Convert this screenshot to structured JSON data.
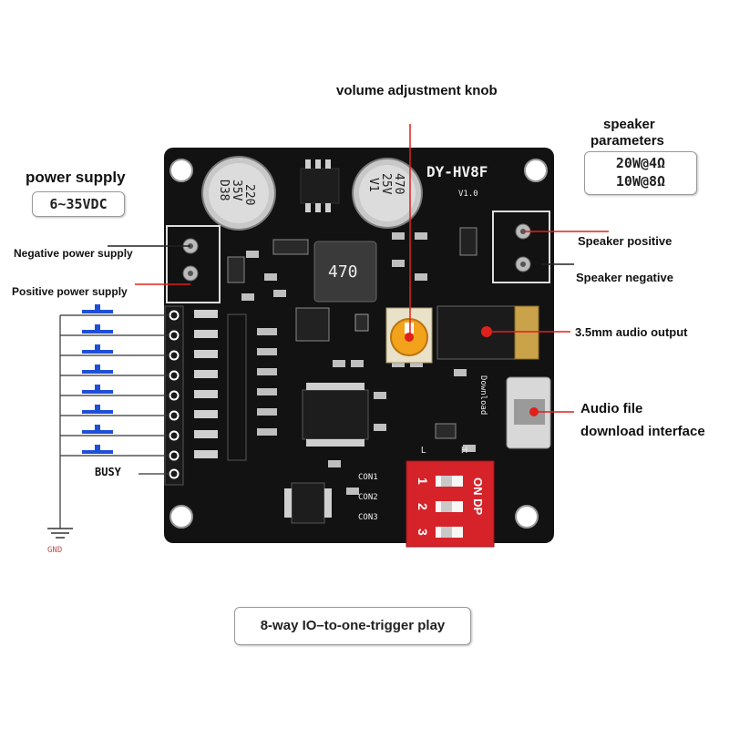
{
  "labels": {
    "volume_knob": "volume adjustment knob",
    "speaker_parameters_line1": "speaker",
    "speaker_parameters_line2": "parameters",
    "speaker_spec_1": "20W@4Ω",
    "speaker_spec_2": "10W@8Ω",
    "power_supply": "power supply",
    "power_range": "6~35VDC",
    "negative_power": "Negative power supply",
    "positive_power": "Positive power supply",
    "speaker_positive": "Speaker positive",
    "speaker_negative": "Speaker negative",
    "audio_output": "3.5mm audio output",
    "download_line1": "Audio file",
    "download_line2": "download interface",
    "busy": "BUSY",
    "gnd": "GND",
    "caption": "8-way IO–to-one-trigger play"
  },
  "board": {
    "model": "DY-HV8F",
    "version": "V1.0",
    "cap_left_lines": [
      "220",
      "35V",
      "D38"
    ],
    "cap_right_lines": [
      "470",
      "25V",
      "V1"
    ],
    "inductor": "470",
    "download_text": "Download",
    "con_labels": [
      "CON1",
      "CON2",
      "CON3"
    ],
    "dip_on": "ON DP",
    "dip_numbers": [
      "1",
      "2",
      "3"
    ],
    "lh_labels": [
      "L",
      "H"
    ]
  },
  "colors": {
    "board": "#111111",
    "accent_red": "#e0201c",
    "button_blue": "#1f4fd8",
    "dip_red": "#d6232a",
    "knob_orange": "#f2a31b",
    "gold": "#c9a24a"
  }
}
